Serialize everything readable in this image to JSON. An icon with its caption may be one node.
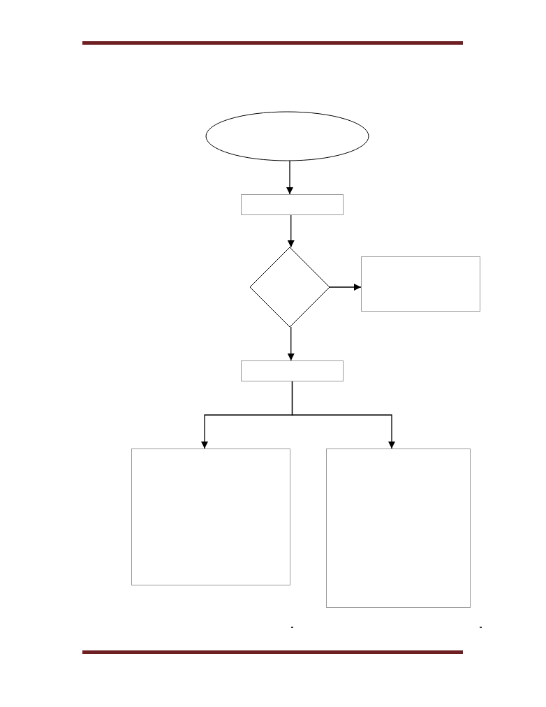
{
  "diagram": {
    "nodes": [
      {
        "text": [],
        "shape": "ellipse"
      },
      {
        "text": [],
        "shape": "box"
      },
      {
        "text": [],
        "shape": "diamond"
      },
      {
        "text": [],
        "shape": "box"
      },
      {
        "text": [],
        "shape": "box"
      },
      {
        "text": [],
        "shape": "box"
      },
      {
        "text": [],
        "shape": "box"
      }
    ],
    "edges": [
      {
        "from": 0,
        "to": 1,
        "arrow": "to"
      },
      {
        "from": 1,
        "to": 2,
        "arrow": "to"
      },
      {
        "from": 2,
        "to": 3,
        "arrow": "to"
      },
      {
        "from": 2,
        "to": 4,
        "arrow": "to"
      },
      {
        "from": 4,
        "to": 5,
        "arrow": "to"
      },
      {
        "from": 4,
        "to": 6,
        "arrow": "to"
      }
    ]
  }
}
